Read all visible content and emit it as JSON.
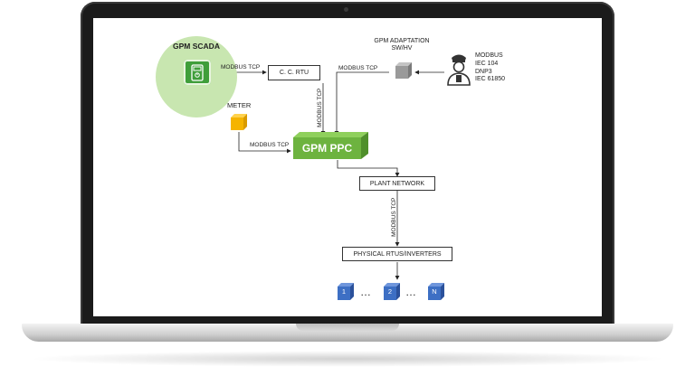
{
  "diagram": {
    "scada": {
      "title": "GPM SCADA"
    },
    "ccrtu": {
      "label": "C. C. RTU"
    },
    "adaptation": {
      "title_line1": "GPM ADAPTATION",
      "title_line2": "SW/HV"
    },
    "protocols": [
      "MODBUS",
      "IEC 104",
      "DNP3",
      "IEC 61850"
    ],
    "meter": {
      "label": "METER"
    },
    "ppc": {
      "label": "GPM PPC"
    },
    "plant_network": {
      "label": "PLANT NETWORK"
    },
    "physical_rtus": {
      "label": "PHYSICAL RTUS/INVERTERS"
    },
    "links": {
      "scada_to_rtu": "MODBUS TCP",
      "adapt_to_line": "MODBUS TCP",
      "rtu_to_ppc": "MODBUS TCP",
      "meter_to_ppc": "MODBUS TCP",
      "network_to_rtus": "MODBUS TCP"
    },
    "units": [
      "1",
      "2",
      "N"
    ],
    "ellipsis": [
      "…",
      "…"
    ]
  },
  "colors": {
    "ppc_green": "#6db33f",
    "scada_circle": "#c8e6b0",
    "scada_icon": "#3f9e3a",
    "meter_orange": "#f5b400",
    "unit_blue": "#3d6fc4",
    "adapter_gray": "#9a9a9a"
  },
  "icons": [
    "scada-device-icon",
    "operator-icon",
    "adapter-cube-icon",
    "meter-cube-icon",
    "unit-cube-icon"
  ]
}
